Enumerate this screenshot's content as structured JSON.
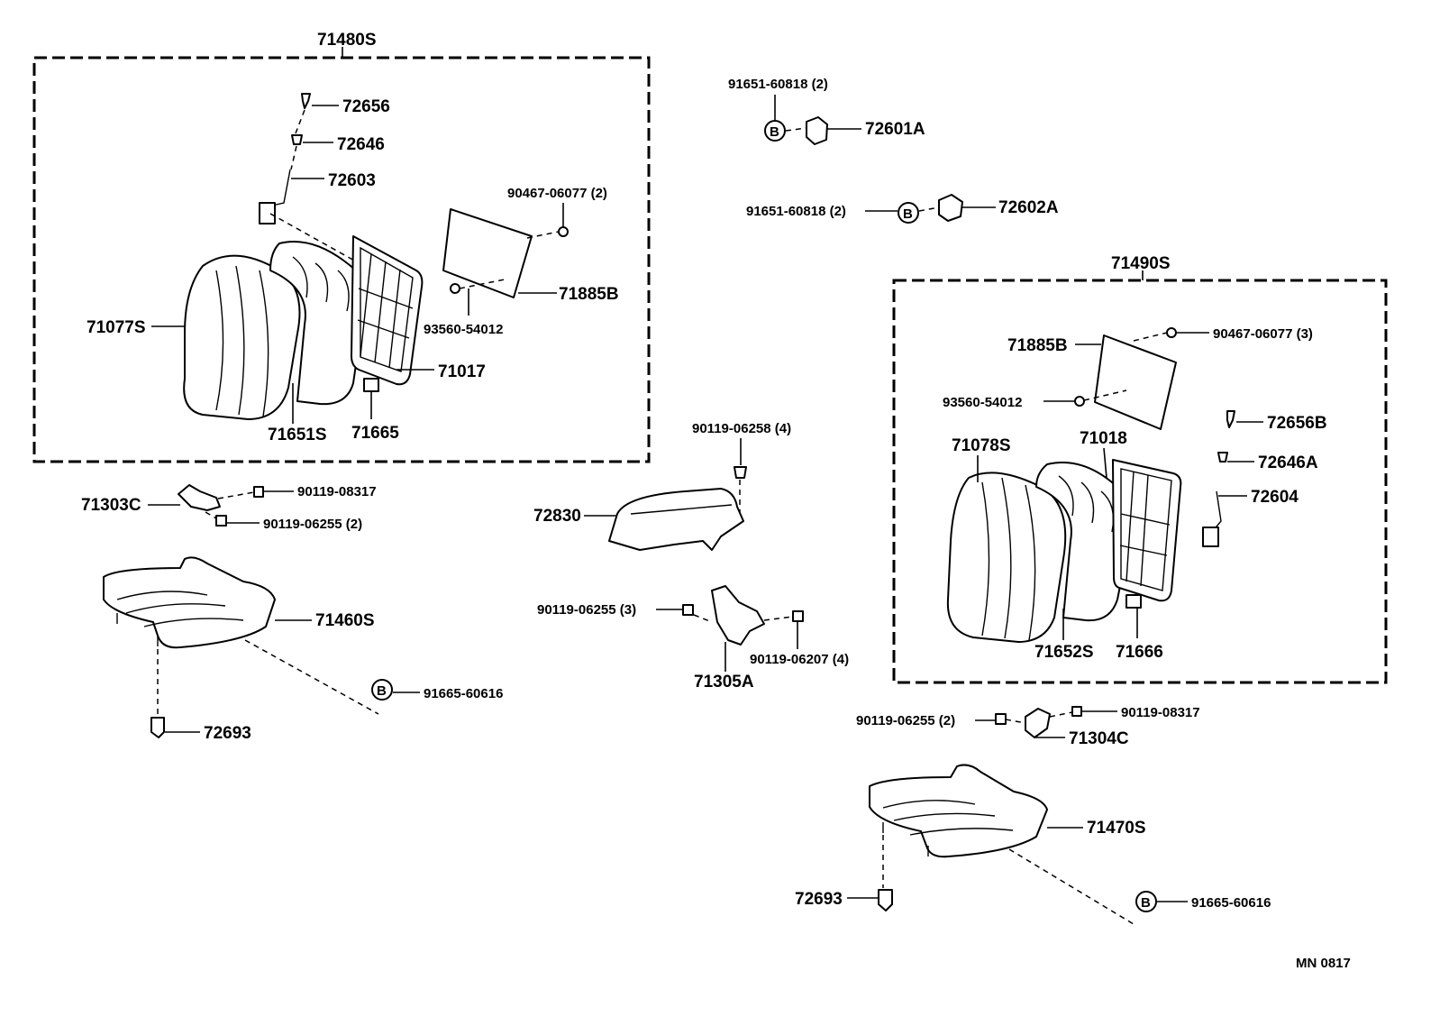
{
  "diagram_code": "MN 0817",
  "groups": {
    "left": "71480S",
    "right": "71490S"
  },
  "labels": {
    "p72656": "72656",
    "p72646": "72646",
    "p72603": "72603",
    "p90467_l": "90467-06077 (2)",
    "p71885b_l": "71885B",
    "p93560_l": "93560-54012",
    "p71077s": "71077S",
    "p71017": "71017",
    "p71651s": "71651S",
    "p71665": "71665",
    "p91651_top": "91651-60818 (2)",
    "p72601a": "72601A",
    "p91651_mid": "91651-60818 (2)",
    "p72602a": "72602A",
    "p71885b_r": "71885B",
    "p90467_r": "90467-06077 (3)",
    "p93560_r": "93560-54012",
    "p72656b": "72656B",
    "p72646a": "72646A",
    "p71078s": "71078S",
    "p71018": "71018",
    "p72604": "72604",
    "p71652s": "71652S",
    "p71666": "71666",
    "p71303c": "71303C",
    "p90119_08317_l": "90119-08317",
    "p90119_06255_2_l": "90119-06255 (2)",
    "p71460s": "71460S",
    "p91665_l": "91665-60616",
    "p72693_l": "72693",
    "p90119_06258": "90119-06258  (4)",
    "p72830": "72830",
    "p90119_06255_3": "90119-06255 (3)",
    "p90119_06207": "90119-06207 (4)",
    "p71305a": "71305A",
    "p90119_06255_2_r": "90119-06255 (2)",
    "p90119_08317_r": "90119-08317",
    "p71304c": "71304C",
    "p71470s": "71470S",
    "p72693_r": "72693",
    "p91665_r": "91665-60616"
  },
  "symbols": {
    "clip_mark": "B"
  }
}
